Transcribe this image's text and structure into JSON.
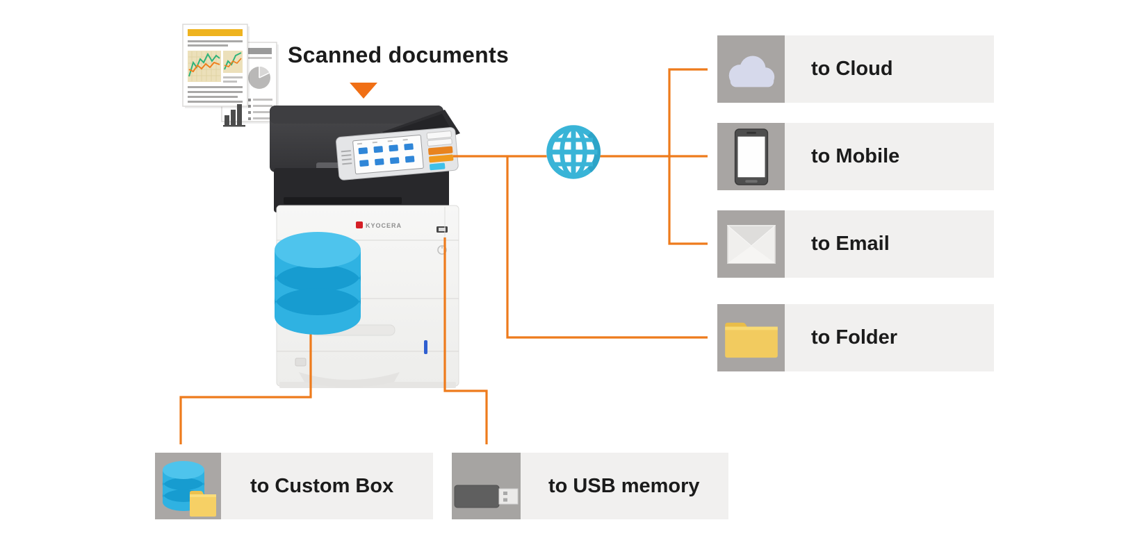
{
  "title": "Scanned documents",
  "printer": {
    "brand": "KYOCERA"
  },
  "network_targets": [
    {
      "label": "to Cloud",
      "icon": "cloud-icon"
    },
    {
      "label": "to Mobile",
      "icon": "smartphone-icon"
    },
    {
      "label": "to Email",
      "icon": "envelope-icon"
    },
    {
      "label": "to Folder",
      "icon": "folder-icon"
    }
  ],
  "device_targets": [
    {
      "label": "to Custom Box",
      "icon": "database-folder-icon"
    },
    {
      "label": "to USB memory",
      "icon": "usb-drive-icon"
    }
  ],
  "illustrations": {
    "documents": "scanned-documents-pages-icon",
    "network": "globe-icon",
    "custom_box": "database-icon",
    "flow_marker": "down-arrow-icon"
  },
  "colors": {
    "connector_orange": "#ee7b1c",
    "arrow_orange": "#f06f15",
    "label_bar_gray": "#f1f0ef",
    "icon_box_gray": "#a8a5a3",
    "globe_cyan": "#39b4d7",
    "database_blue": "#2fb2e2",
    "folder_yellow": "#f2cb5f",
    "cloud_lavender": "#d6d9eb",
    "kyocera_red": "#d51f26",
    "text_dark": "#1b1b1b"
  }
}
